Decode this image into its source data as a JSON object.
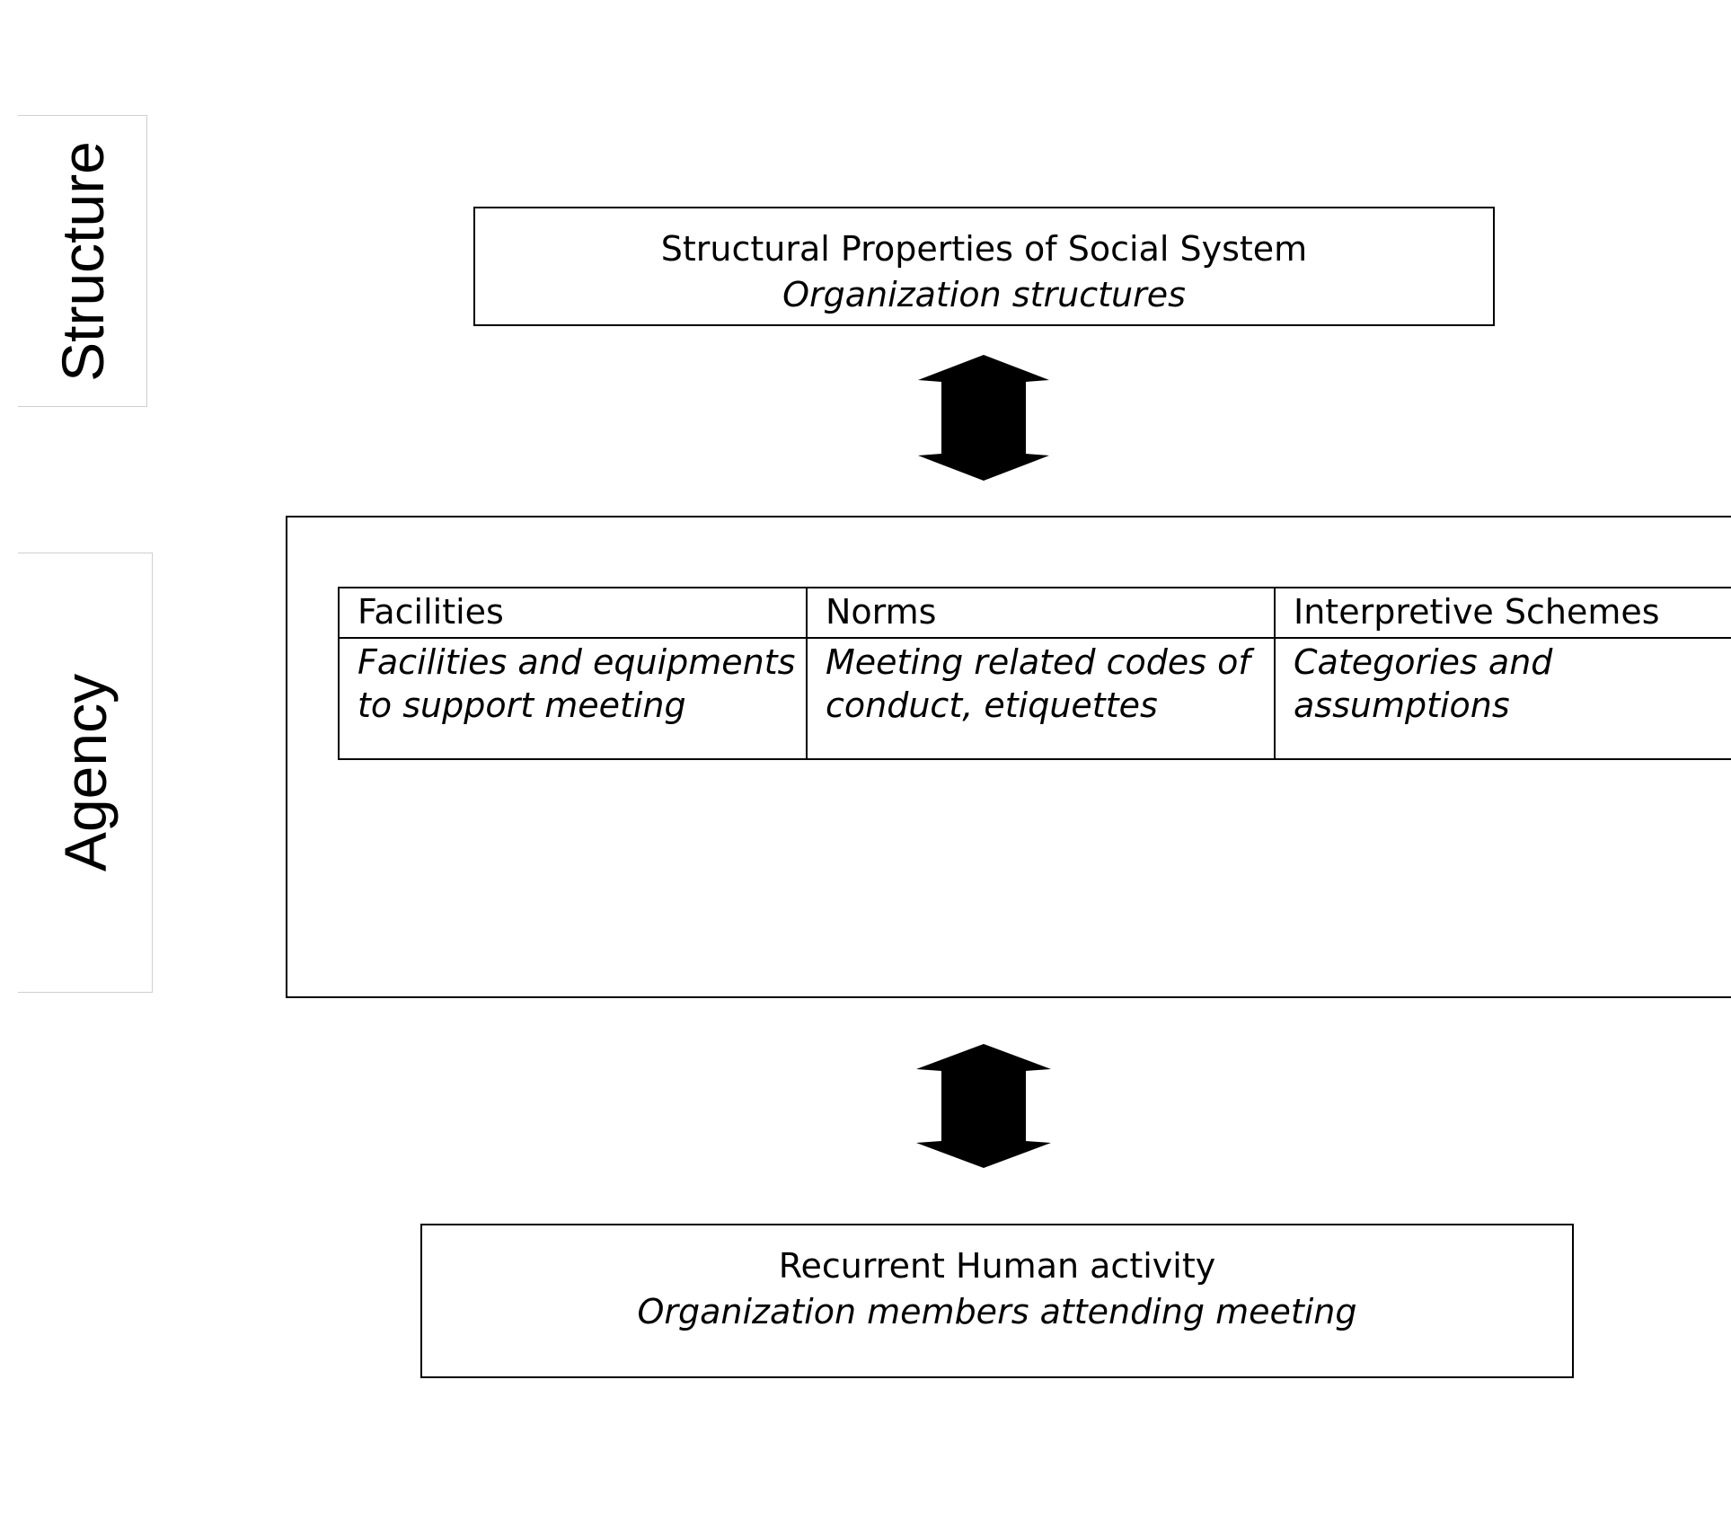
{
  "side_labels": {
    "structure": "Structure",
    "agency": "Agency"
  },
  "structure_box": {
    "title": "Structural Properties of Social System",
    "subtitle": "Organization structures"
  },
  "agency_table": {
    "headers": [
      "Facilities",
      "Norms",
      "Interpretive Schemes"
    ],
    "descriptions": [
      "Facilities and equipments to support meeting",
      "Meeting related codes of conduct, etiquettes",
      "Categories and assumptions"
    ]
  },
  "activity_box": {
    "title": "Recurrent Human activity",
    "subtitle": "Organization members attending meeting"
  },
  "arrows": [
    {
      "name": "structure-agency-arrow",
      "direction": "bidirectional",
      "icon": "double-headed-arrow-icon"
    },
    {
      "name": "agency-activity-arrow",
      "direction": "bidirectional",
      "icon": "double-headed-arrow-icon"
    }
  ],
  "colors": {
    "line": "#000000",
    "side_border": "#cfcfcf",
    "background": "#ffffff"
  }
}
